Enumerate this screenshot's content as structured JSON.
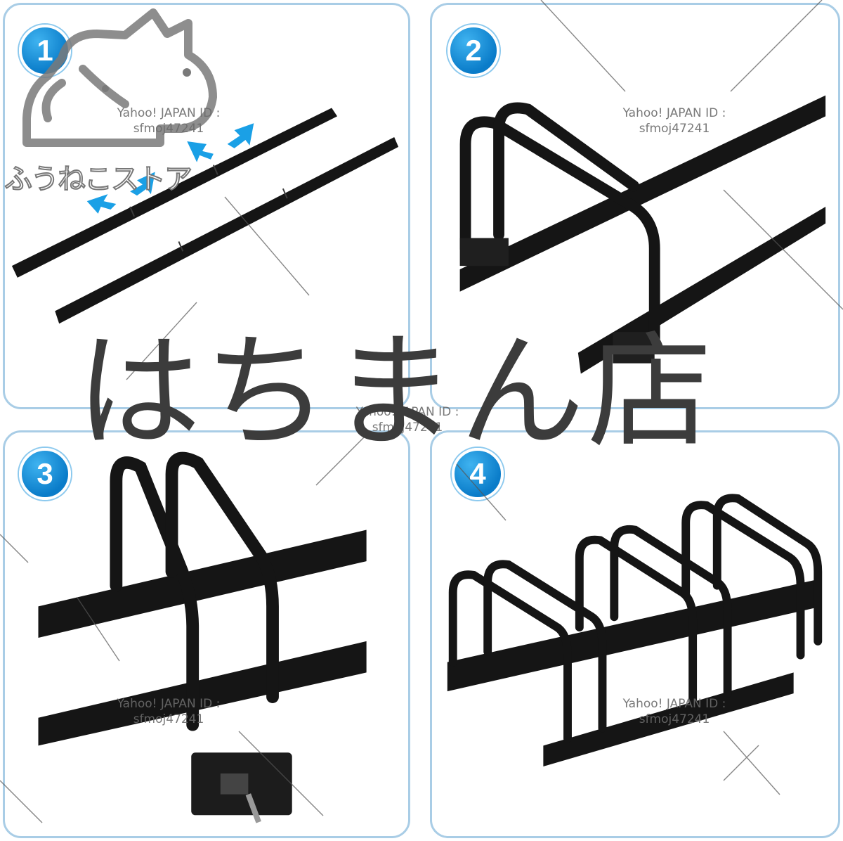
{
  "steps": [
    {
      "number": "1"
    },
    {
      "number": "2"
    },
    {
      "number": "3"
    },
    {
      "number": "4"
    }
  ],
  "watermark": {
    "line1": "Yahoo! JAPAN ID :",
    "line2": "sfmoj47241"
  },
  "store_name": "はちまん店",
  "brand_text": "ふうねこストア",
  "colors": {
    "panel_border": "#a9cde6",
    "step_badge": "#0a7cc9",
    "arrow": "#1aa0e6",
    "rack": "#141414"
  },
  "icons": [
    "cat-logo-icon",
    "assembly-arrow-icon"
  ]
}
